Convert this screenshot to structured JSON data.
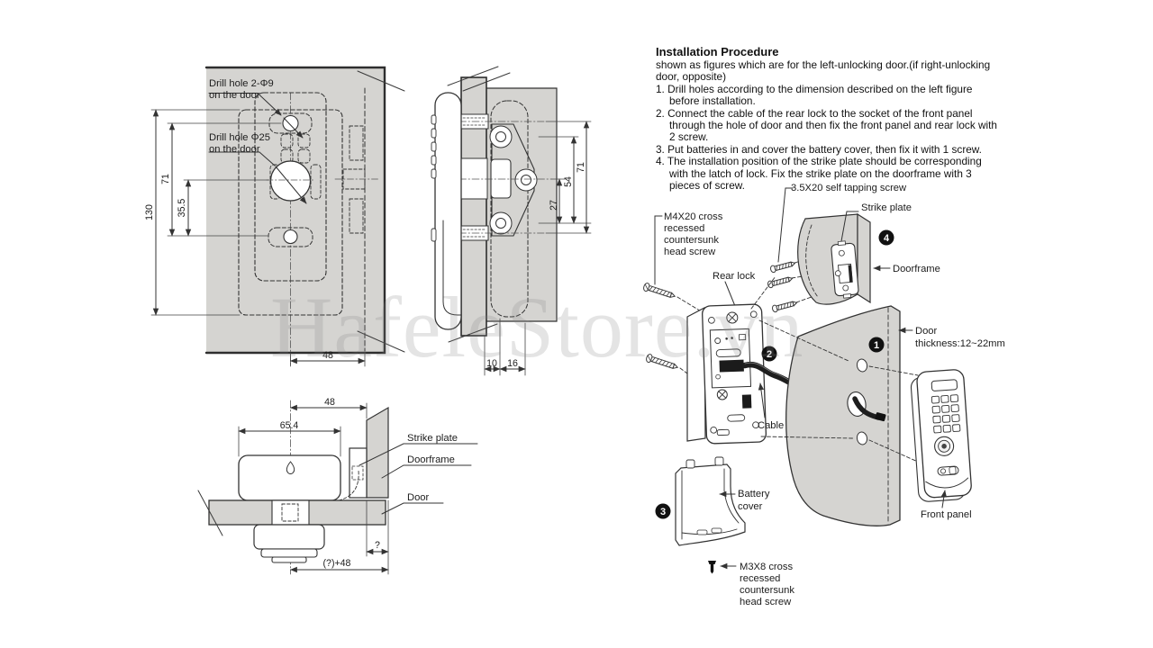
{
  "watermark": "HafeleStore.vn",
  "procedure": {
    "title": "Installation Procedure",
    "intro": "shown as figures which are for the left-unlocking door.(if right-unlocking door, opposite)",
    "steps": [
      "1. Drill holes according to the dimension described on the left figure before installation.",
      "2. Connect the cable of the rear lock to the socket of the front panel through the hole of door and then fix the front panel and rear lock with 2 screw.",
      "3. Put batteries in and cover the battery cover, then fix it with 1 screw.",
      "4. The installation position of the strike plate should be corresponding with the latch of lock. Fix the strike plate on the doorframe with 3 pieces of screw."
    ]
  },
  "front_view": {
    "drill_small_1": "Drill hole 2-Φ9",
    "drill_small_2": "on the door",
    "drill_big_1": "Drill hole Φ25",
    "drill_big_2": "on the door",
    "dim_130": "130",
    "dim_71": "71",
    "dim_35_5": "35.5",
    "dim_48": "48"
  },
  "side_view": {
    "dim_71": "71",
    "dim_54": "54",
    "dim_27": "27",
    "dim_10": "10",
    "dim_16": "16"
  },
  "plan_view": {
    "dim_48": "48",
    "dim_65_4": "65.4",
    "dim_q": "?",
    "dim_q48": "(?)+48",
    "label_strike": "Strike plate",
    "label_doorframe": "Doorframe",
    "label_door": "Door"
  },
  "exploded": {
    "self_tapping_screw": "3.5X20 self tapping screw",
    "strike_plate": "Strike plate",
    "doorframe": "Doorframe",
    "m4_screw": [
      "M4X20 cross",
      "recessed",
      "countersunk",
      "head screw"
    ],
    "rear_lock": "Rear lock",
    "door_thickness": [
      "Door",
      "thickness:12~22mm"
    ],
    "cable": "Cable",
    "battery_cover": [
      "Battery",
      "cover"
    ],
    "front_panel": "Front panel",
    "m3_screw": [
      "M3X8 cross",
      "recessed",
      "countersunk",
      "head screw"
    ],
    "badges": [
      "1",
      "2",
      "3",
      "4"
    ]
  },
  "colors": {
    "panel_gray": "#d5d4d1",
    "line": "#3a3a3a",
    "watermark_gray": "#dedede"
  }
}
